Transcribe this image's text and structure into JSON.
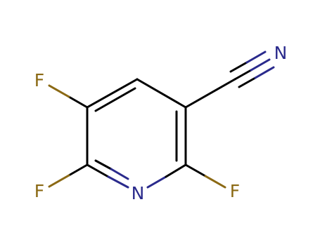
{
  "molecule": {
    "atoms": {
      "nitrile_n": "N",
      "ring_n": "N",
      "fluorine_top": "F",
      "fluorine_bottom_left": "F",
      "fluorine_bottom_right": "F"
    },
    "colors": {
      "bond": "#000000",
      "nitrogen": "#2a2a8c",
      "fluorine": "#8b6914"
    }
  }
}
